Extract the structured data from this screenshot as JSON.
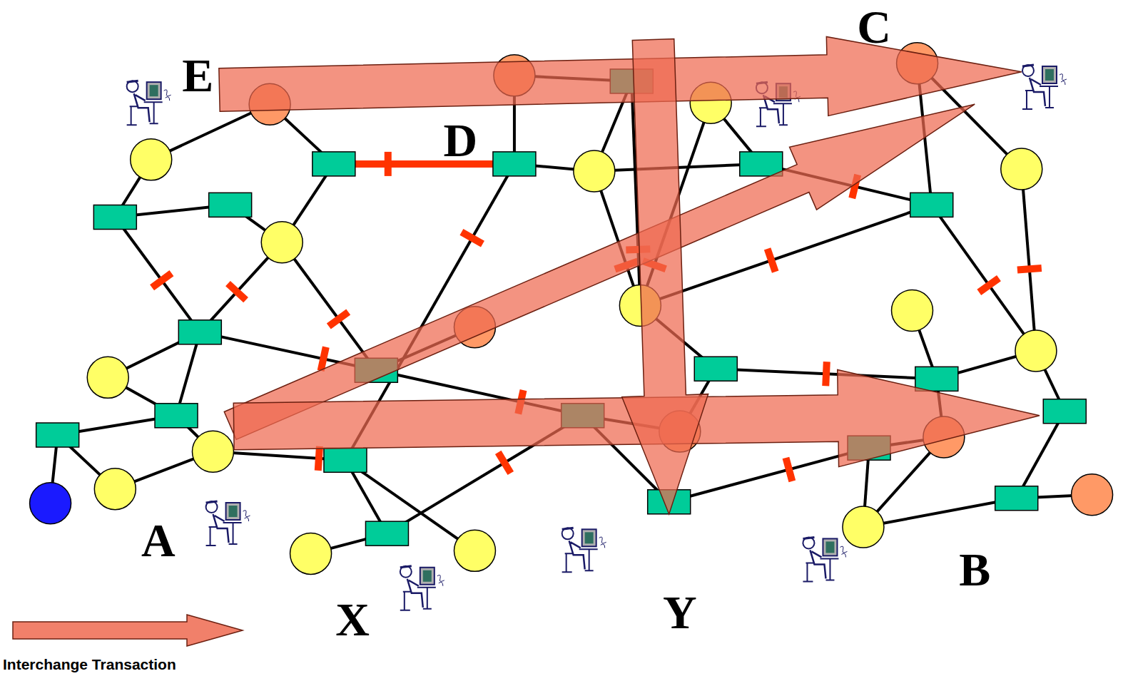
{
  "diagram": {
    "nodes": [
      {
        "text": [
          "E"
        ]
      },
      {
        "text": [
          "D"
        ]
      },
      {
        "text": [
          "C"
        ]
      },
      {
        "text": [
          "A"
        ]
      },
      {
        "text": [
          "X"
        ]
      },
      {
        "text": [
          "Y"
        ]
      },
      {
        "text": [
          "B"
        ]
      }
    ],
    "edges": [
      {
        "from": 0,
        "to": 2,
        "arrow": "to"
      },
      {
        "from": 3,
        "to": 2,
        "arrow": "to"
      },
      {
        "from": 3,
        "to": 6,
        "arrow": "to"
      },
      {
        "from": 1,
        "to": 5,
        "arrow": "to"
      }
    ],
    "legend": [
      {
        "text": "Interchange Transaction"
      }
    ]
  }
}
